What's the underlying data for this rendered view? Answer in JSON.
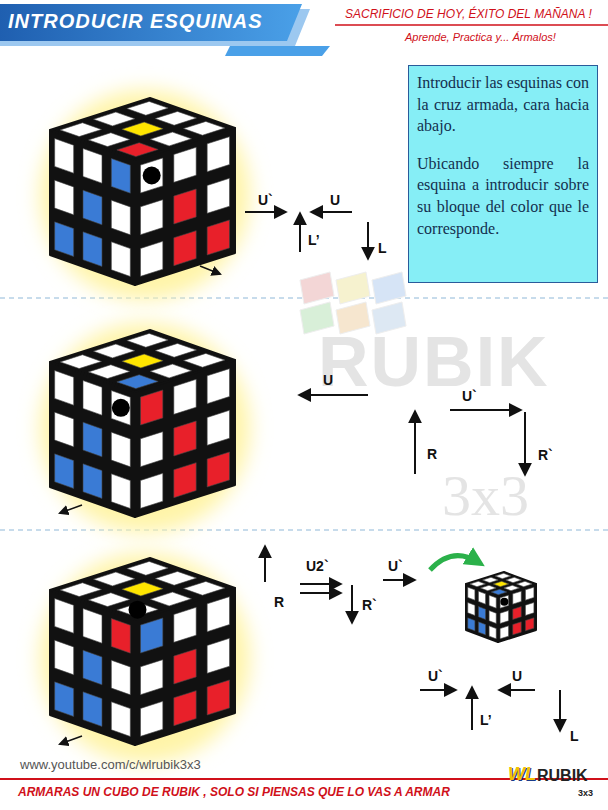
{
  "diagram": {
    "title": "INTRODUCIR ESQUINAS",
    "caption": "ARMARAS UN CUBO DE RUBIK , SOLO SI PIENSAS QUE LO VAS A ARMAR",
    "nodes": [
      {
        "text": [
          "Introducir las esquinas con la cruz armada, cara hacia abajo.",
          "Ubicando siempre la esquina a introducir sobre su bloque del color que le corresponde."
        ]
      }
    ],
    "labels": [
      "SACRIFICIO DE HOY, ÉXITO DEL MAÑANA !",
      "Aprende, Practica y... Ármalos!",
      "U`",
      "U",
      "L’",
      "L",
      "U",
      "U`",
      "R",
      "R`",
      "R",
      "U2`",
      "R`",
      "U`",
      "U`",
      "U",
      "L’",
      "L",
      "RUBIK",
      "3x3",
      "www.youtube.com/c/wlrubik3x3",
      "WL",
      "RUBIK",
      "3x3"
    ]
  }
}
